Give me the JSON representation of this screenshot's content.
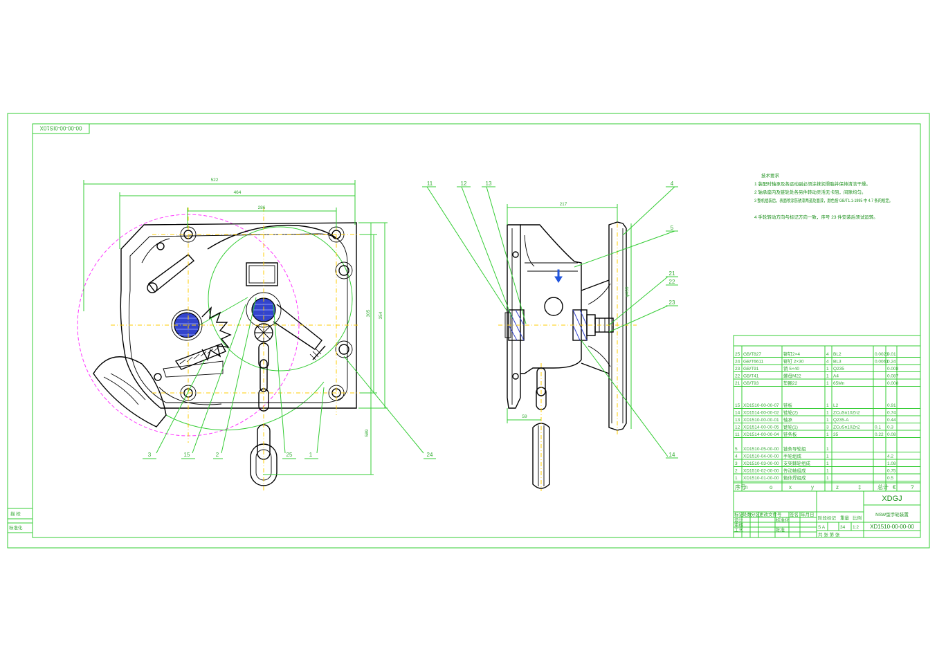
{
  "drawing_code_rotated": "00-00-00-0IS10X",
  "dimensions": {
    "left_view": [
      "522",
      "464",
      "286",
      "305",
      "354",
      "589"
    ],
    "side_view": [
      "217",
      "59",
      "φ400"
    ]
  },
  "balloons": {
    "left_view": [
      "3",
      "15",
      "2",
      "25",
      "1",
      "24"
    ],
    "side_view": [
      "11",
      "12",
      "13",
      "4",
      "5",
      "21",
      "22",
      "23",
      "14"
    ]
  },
  "tech_requirements": {
    "title": "技术要求",
    "items": [
      "1  装配时轴承及各运动副必须涂抹润滑脂并保持清洁干燥。",
      "2  轴承座内及链轮处各另件转动灵活无卡阻，间隙均匀。",
      "3  整机组装后，表面喷涂防锈漆两道及面漆，颜色按 GB/T1.1-1995 中 4.7 条的规定。",
      "4  手轮转动方向与标记方向一致，序号 23 件安装后须试运转。"
    ]
  },
  "bom_top": [
    [
      "25",
      "GB/T827",
      "铆钉2×4",
      "4",
      "BL2",
      "0.0023",
      "0.01"
    ],
    [
      "24",
      "GB/T6611",
      "铆钉 2×30",
      "4",
      "BL3",
      "0.0061",
      "0.24"
    ],
    [
      "23",
      "GB/T91",
      "销 5×40",
      "1",
      "Q235",
      "",
      "0.008"
    ],
    [
      "22",
      "GB/T41",
      "螺母M22",
      "1",
      "A4",
      "",
      "0.087"
    ],
    [
      "21",
      "GB/T93",
      "垫圈22",
      "1",
      "65Mn",
      "",
      "0.008"
    ]
  ],
  "bom_mid": [
    [
      "15",
      "XD1510-00-00-07",
      "链板",
      "1",
      "L2",
      "",
      "0.91"
    ],
    [
      "14",
      "XD1514-00-00-02",
      "链轮(2)",
      "1",
      "ZCuSn10Zn2",
      "",
      "0.74"
    ],
    [
      "13",
      "XD1510-00-00-01",
      "轴承",
      "1",
      "Q235-A",
      "",
      "0.44"
    ],
    [
      "12",
      "XD1514-00-00-05",
      "链轮(1)",
      "3",
      "ZCuSn10Zn2",
      "0.1",
      "0.3"
    ],
    [
      "11",
      "XD1514-00-00-04",
      "链条板",
      "1",
      "35",
      "0.22",
      "0.08"
    ]
  ],
  "bom_low": [
    [
      "5",
      "XD1510-05-00-00",
      "链条导轮组",
      "1",
      "",
      "",
      ""
    ],
    [
      "4",
      "XD1510-04-00-00",
      "手轮组成",
      "1",
      "",
      "",
      "4.2"
    ],
    [
      "3",
      "XD1510-03-00-00",
      "支架棘轮组成",
      "1",
      "",
      "",
      "1.08"
    ],
    [
      "2",
      "XD1510-02-00-00",
      "传动轴组成",
      "1",
      "",
      "",
      "0.75"
    ],
    [
      "1",
      "XD1510-01-00-00",
      "箱体焊组成",
      "1",
      "",
      "",
      "0.5"
    ]
  ],
  "header_row": [
    "序号",
    "n",
    "o",
    "x",
    "y",
    "z",
    "‡",
    "总计",
    "€",
    "?"
  ],
  "title_block": {
    "company": "XDGJ",
    "product": "NSW型手轮装置",
    "code": "XD1510-00-00-00",
    "stage": "S A",
    "weight": "34",
    "scale": "1:2",
    "labels": {
      "stage_mark": "阶段标记",
      "weight": "重量",
      "scale": "比例",
      "sheet": "共   张   第   张",
      "mark": "标记",
      "count": "处数",
      "zone": "分区",
      "change_doc": "更改文件号",
      "signature": "签名",
      "date": "年月日",
      "design": "设计",
      "standard": "标准化",
      "check": "审核",
      "craft": "工艺",
      "approve": "批准"
    }
  },
  "side_panel": [
    "描 校",
    "标准化"
  ]
}
